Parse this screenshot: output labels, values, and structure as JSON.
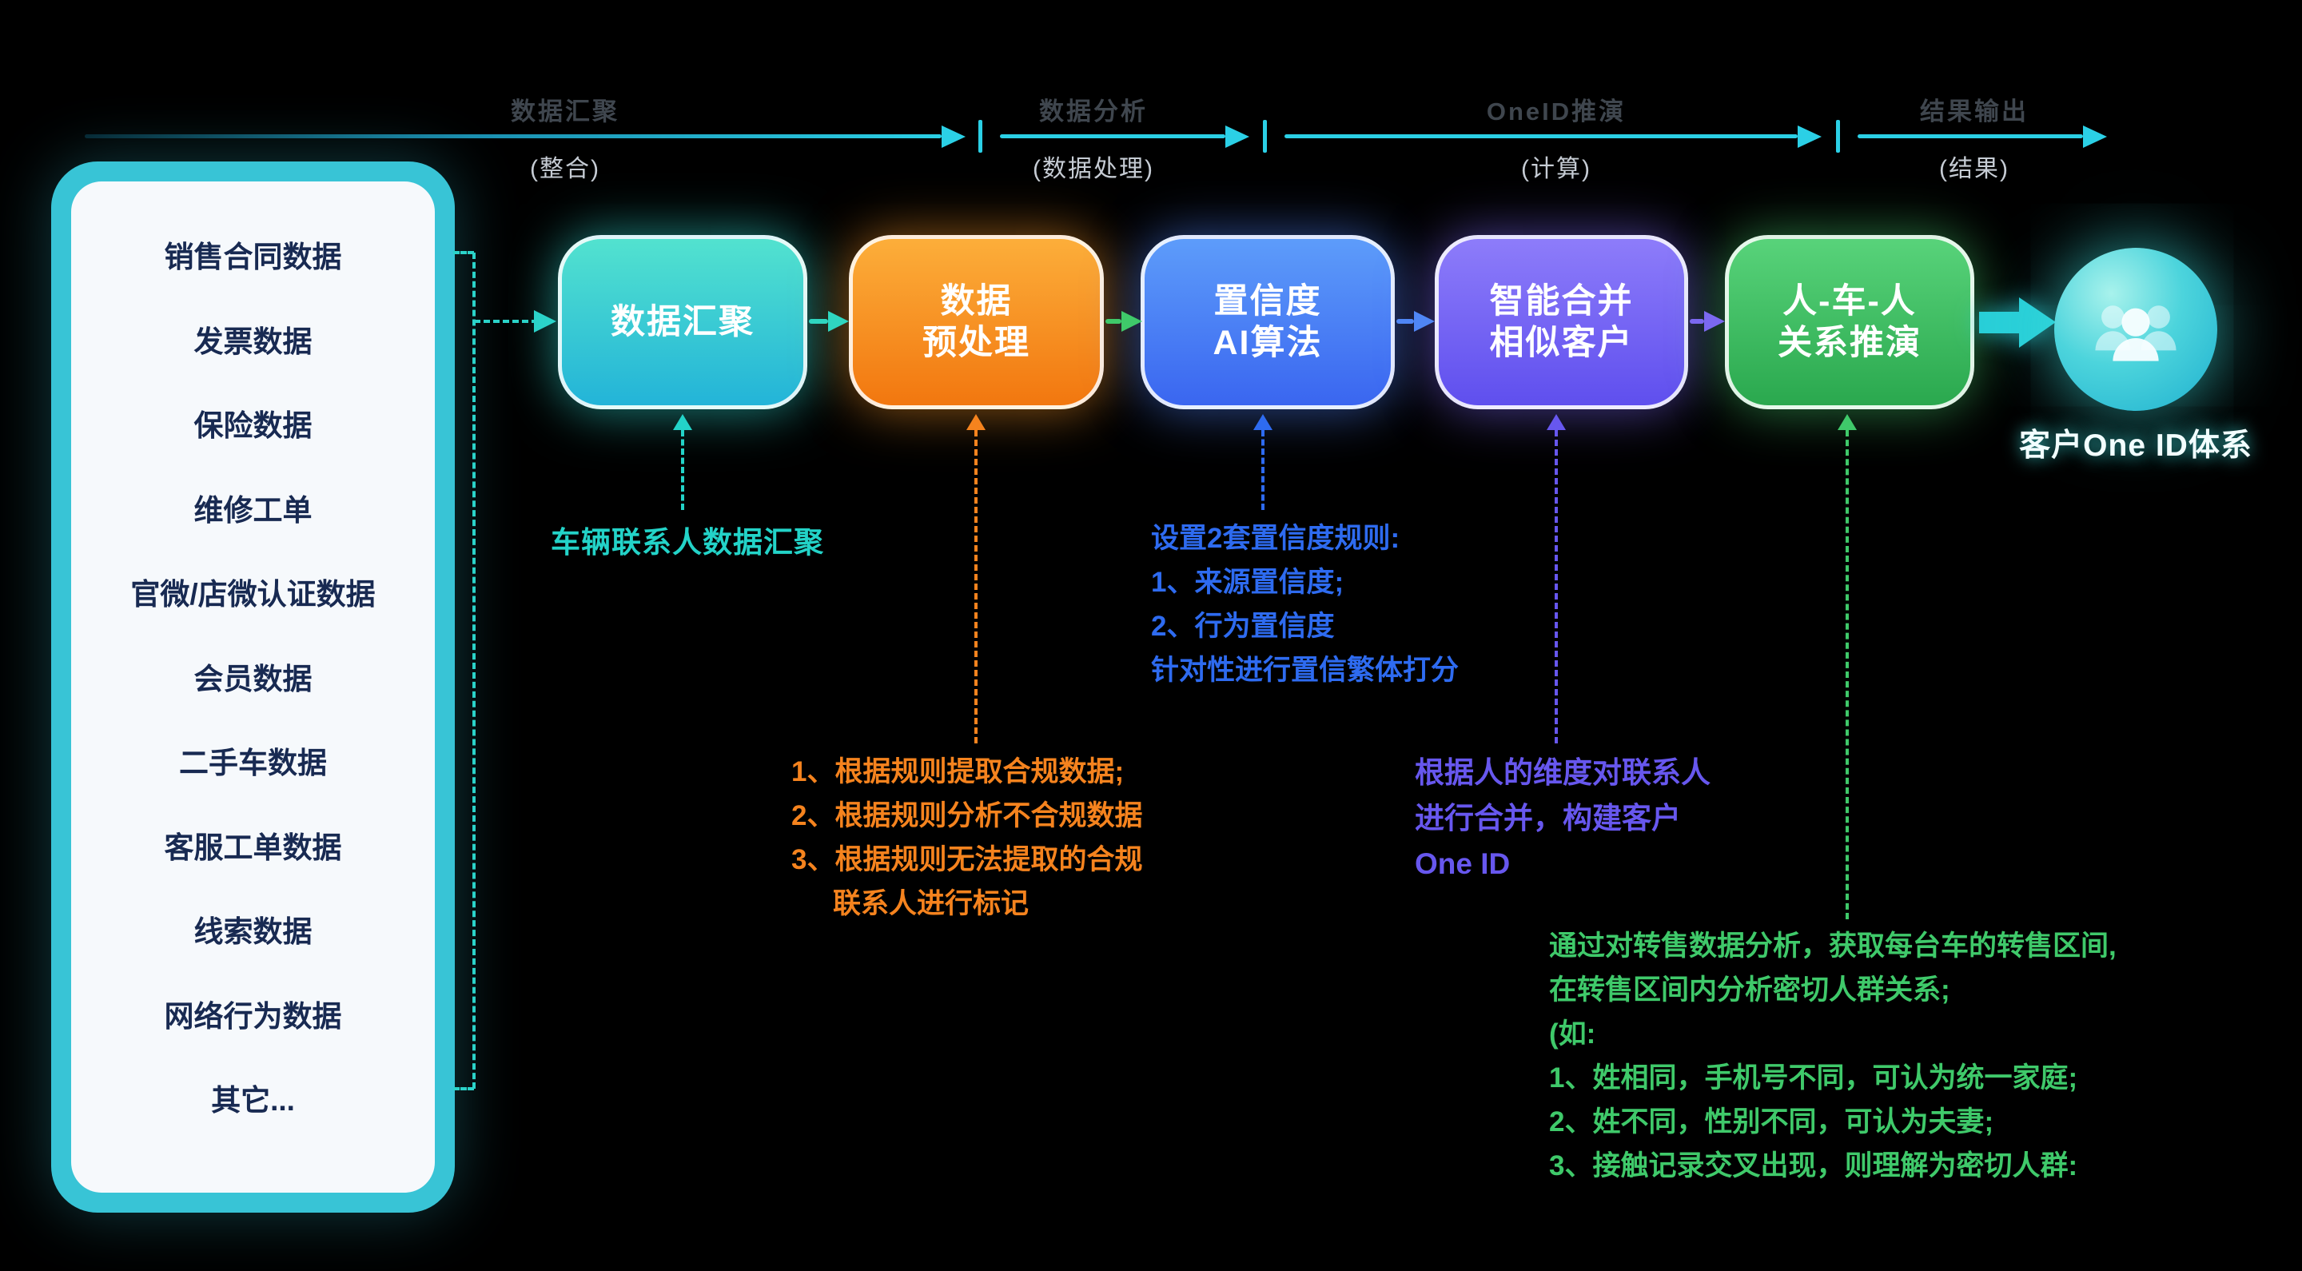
{
  "colors": {
    "background": "#000000",
    "arrow_cyan": "#2bd0e6",
    "node_teal": "#27b9d8",
    "node_orange": "#f5831e",
    "node_blue": "#3a66f0",
    "node_purple": "#6757ee",
    "node_green": "#2faf55",
    "note_cyan": "#23d3c8",
    "note_orange": "#f5831e",
    "note_blue": "#2e6bf0",
    "note_purple": "#6757ee",
    "note_green": "#3fc96a",
    "panel_border": "#38c4d6",
    "panel_fill": "#f6f9fc",
    "source_text": "#182a52"
  },
  "phases": [
    {
      "label": "数据汇聚",
      "sublabel": "(整合)"
    },
    {
      "label": "数据分析",
      "sublabel": "(数据处理)"
    },
    {
      "label": "OneID推演",
      "sublabel": "(计算)"
    },
    {
      "label": "结果输出",
      "sublabel": "(结果)"
    }
  ],
  "sources": {
    "items": [
      "销售合同数据",
      "发票数据",
      "保险数据",
      "维修工单",
      "官微/店微认证数据",
      "会员数据",
      "二手车数据",
      "客服工单数据",
      "线索数据",
      "网络行为数据",
      "其它..."
    ]
  },
  "nodes": [
    {
      "line1": "数据汇聚",
      "line2": ""
    },
    {
      "line1": "数据",
      "line2": "预处理"
    },
    {
      "line1": "置信度",
      "line2": "AI算法"
    },
    {
      "line1": "智能合并",
      "line2": "相似客户"
    },
    {
      "line1": "人-车-人",
      "line2": "关系推演"
    }
  ],
  "notes": {
    "aggregate": {
      "lines": [
        "车辆联系人数据汇聚"
      ]
    },
    "preprocess": {
      "lines": [
        "1、根据规则提取合规数据;",
        "2、根据规则分析不合规数据",
        "3、根据规则无法提取的合规",
        "联系人进行标记"
      ]
    },
    "confidence": {
      "lines": [
        "设置2套置信度规则:",
        "1、来源置信度;",
        "2、行为置信度",
        "针对性进行置信繁体打分"
      ]
    },
    "merge": {
      "lines": [
        "根据人的维度对联系人",
        "进行合并，构建客户",
        "One ID"
      ]
    },
    "relation": {
      "lines": [
        "通过对转售数据分析，获取每台车的转售区间,",
        "在转售区间内分析密切人群关系;",
        "(如:",
        "1、姓相同，手机号不同，可认为统一家庭;",
        "2、姓不同，性别不同，可认为夫妻;",
        "3、接触记录交叉出现，则理解为密切人群:"
      ]
    }
  },
  "output": {
    "label": "客户One ID体系"
  }
}
